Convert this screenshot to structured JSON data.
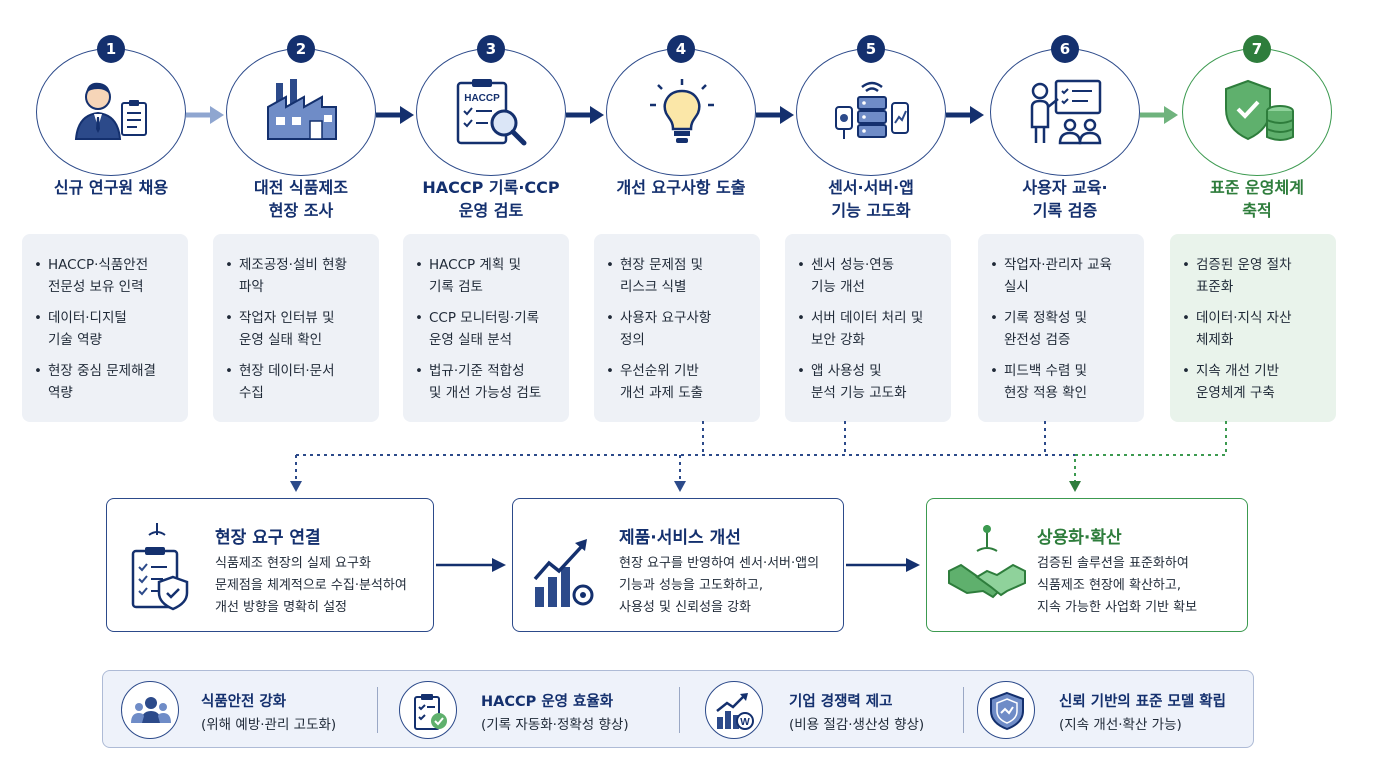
{
  "stages": [
    {
      "num": "1",
      "title": [
        "신규 연구원 채용"
      ],
      "bullets": [
        [
          "HACCP·식품안전",
          "전문성 보유 인력"
        ],
        [
          "데이터·디지털",
          "기술 역량"
        ],
        [
          "현장 중심 문제해결",
          "역량"
        ]
      ],
      "icon": "researcher-icon"
    },
    {
      "num": "2",
      "title": [
        "대전 식품제조",
        "현장 조사"
      ],
      "bullets": [
        [
          "제조공정·설비 현황",
          "파악"
        ],
        [
          "작업자 인터뷰 및",
          "운영 실태 확인"
        ],
        [
          "현장 데이터·문서",
          "수집"
        ]
      ],
      "icon": "factory-icon"
    },
    {
      "num": "3",
      "title": [
        "HACCP 기록·CCP",
        "운영 검토"
      ],
      "bullets": [
        [
          "HACCP 계획 및",
          "기록 검토"
        ],
        [
          "CCP 모니터링·기록",
          "운영 실태 분석"
        ],
        [
          "법규·기준 적합성",
          "및 개선 가능성 검토"
        ]
      ],
      "icon": "haccp-clipboard-icon",
      "icon_text": "HACCP"
    },
    {
      "num": "4",
      "title": [
        "개선 요구사항 도출"
      ],
      "bullets": [
        [
          "현장 문제점 및",
          "리스크 식별"
        ],
        [
          "사용자 요구사항",
          "정의"
        ],
        [
          "우선순위 기반",
          "개선 과제 도출"
        ]
      ],
      "icon": "lightbulb-icon"
    },
    {
      "num": "5",
      "title": [
        "센서·서버·앱",
        "기능 고도화"
      ],
      "bullets": [
        [
          "센서 성능·연동",
          "기능 개선"
        ],
        [
          "서버 데이터 처리 및",
          "보안 강화"
        ],
        [
          "앱 사용성 및",
          "분석 기능 고도화"
        ]
      ],
      "icon": "sensor-server-app-icon"
    },
    {
      "num": "6",
      "title": [
        "사용자 교육·",
        "기록 검증"
      ],
      "bullets": [
        [
          "작업자·관리자 교육",
          "실시"
        ],
        [
          "기록 정확성 및",
          "완전성 검증"
        ],
        [
          "피드백 수렴 및",
          "현장 적용 확인"
        ]
      ],
      "icon": "training-icon"
    },
    {
      "num": "7",
      "title": [
        "표준 운영체계",
        "축적"
      ],
      "bullets": [
        [
          "검증된 운영 절차",
          "표준화"
        ],
        [
          "데이터·지식 자산",
          "체제화"
        ],
        [
          "지속 개선 기반",
          "운영체계 구축"
        ]
      ],
      "icon": "shield-database-icon"
    }
  ],
  "outcomes": [
    {
      "title": "현장 요구 연결",
      "desc": [
        "식품제조 현장의 실제 요구화",
        "문제점을 체계적으로 수집·분석하여",
        "개선 방향을 명확히 설정"
      ],
      "icon": "checklist-shield-icon"
    },
    {
      "title": "제품·서비스 개선",
      "desc": [
        "현장 요구를 반영하여 센서·서버·앱의",
        "기능과 성능을 고도화하고,",
        "사용성 및 신뢰성을 강화"
      ],
      "icon": "growth-chart-icon"
    },
    {
      "title": "상용화·확산",
      "desc": [
        "검증된 솔루션을 표준화하여",
        "식품제조 현장에 확산하고,",
        "지속 가능한 사업화 기반 확보"
      ],
      "icon": "handshake-icon"
    }
  ],
  "benefits": [
    {
      "title": "식품안전 강화",
      "sub": "(위해 예방·관리 고도화)",
      "icon": "people-group-icon"
    },
    {
      "title": "HACCP 운영 효율화",
      "sub": "(기록 자동화·정확성 향상)",
      "icon": "clipboard-check-icon"
    },
    {
      "title": "기업 경쟁력 제고",
      "sub": "(비용 절감·생산성 향상)",
      "icon": "chart-won-icon"
    },
    {
      "title": "신뢰 기반의 표준 모델 확립",
      "sub": "(지속 개선·확산 가능)",
      "icon": "trust-shield-icon"
    }
  ],
  "colors": {
    "navy": "#14306e",
    "green": "#2e7d3c",
    "card_bg": "#eef1f6",
    "card_bg_green": "#e9f3eb"
  }
}
